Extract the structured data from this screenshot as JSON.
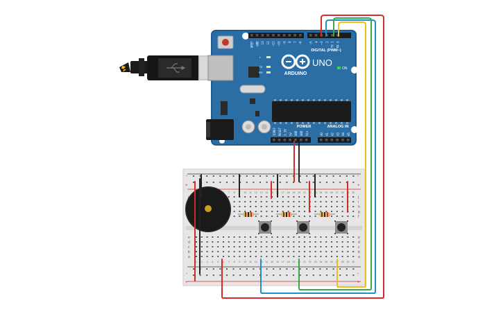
{
  "board": {
    "brand": "ARDUINO",
    "model": "UNO",
    "on_label": "ON",
    "digital_label": "DIGITAL (PWM~)",
    "power_label": "POWER",
    "analog_label": "ANALOG IN",
    "led_tx": "TX",
    "led_rx": "RX",
    "led_l": "L",
    "top_pins": [
      "AREF",
      "GND",
      "13",
      "12",
      "~11",
      "~10",
      "~9",
      "8",
      "7",
      "~6",
      "~5",
      "4",
      "~3",
      "2",
      "TX 1",
      "RX 0"
    ],
    "power_pins": [
      "IOREF",
      "RESET",
      "3.3V",
      "5V",
      "GND",
      "GND",
      "Vin"
    ],
    "analog_pins": [
      "A0",
      "A1",
      "A2",
      "A3",
      "A4",
      "A5"
    ]
  },
  "breadboard": {
    "rail_plus": "+",
    "rail_minus": "-",
    "row_letters_top": [
      "j",
      "i",
      "h",
      "g",
      "f"
    ],
    "row_letters_bottom": [
      "e",
      "d",
      "c",
      "b",
      "a"
    ],
    "column_count": 30
  },
  "colors": {
    "board": "#2b6ea5",
    "board_edge": "#1f5a8c",
    "wire_red": "#d42a2a",
    "wire_blue": "#1e8fc8",
    "wire_green": "#3aa84a",
    "wire_yellow": "#e8c21a",
    "wire_black": "#222222",
    "breadboard": "#e6e6e6"
  },
  "components": {
    "buzzer": "piezo-buzzer",
    "buttons": 3,
    "resistors": 3
  }
}
